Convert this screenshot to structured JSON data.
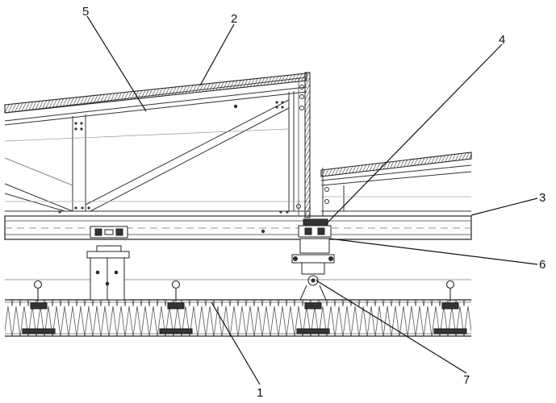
{
  "labels": {
    "n1": "1",
    "n2": "2",
    "n3": "3",
    "n4": "4",
    "n5": "5",
    "n6": "6",
    "n7": "7"
  },
  "colors": {
    "line": "#2a2a2a",
    "thin": "#6a6a6a",
    "background": "#ffffff"
  }
}
